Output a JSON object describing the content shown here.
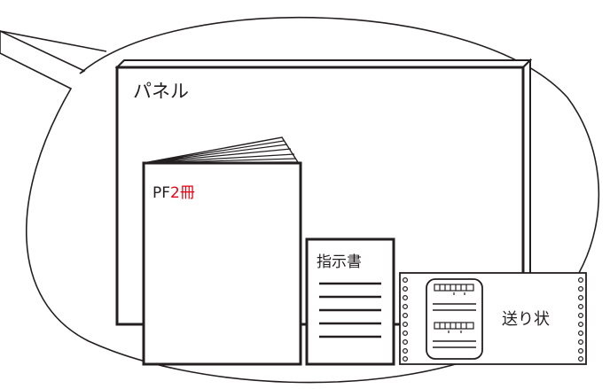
{
  "panel": {
    "label": "パネル"
  },
  "binder": {
    "label_prefix": "PF",
    "label_count": "2冊"
  },
  "instruction": {
    "label": "指示書"
  },
  "shipping_slip": {
    "label": "送り状"
  },
  "colors": {
    "stroke": "#231f20",
    "accent": "#e60012",
    "background": "#ffffff"
  }
}
